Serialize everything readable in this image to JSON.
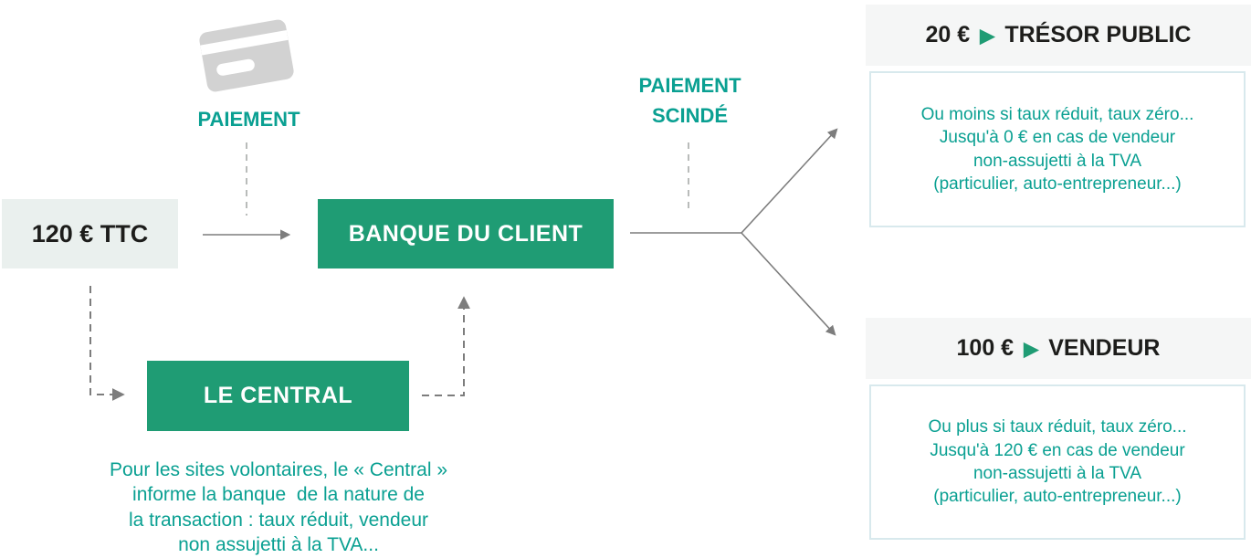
{
  "colors": {
    "green": "#1f9c74",
    "teal_text": "#0aa092",
    "dark_text": "#1d1d1b",
    "amount_box_bg": "#eaf0ee",
    "panel_header_bg": "#f5f6f6",
    "panel_border": "#d8e9ed",
    "card_icon_gray": "#d2d2d2",
    "arrow_gray": "#7d7d7d"
  },
  "icons": {
    "flow_arrow": "▶"
  },
  "diagram": {
    "payment_label": "PAIEMENT",
    "amount_box": "120 € TTC",
    "bank_box": "BANQUE DU CLIENT",
    "split_label_line1": "PAIEMENT",
    "split_label_line2": "SCINDÉ",
    "central_box": "LE CENTRAL",
    "footnote_lines": [
      "Pour les sites volontaires, le « Central »",
      "informe la banque  de la nature de",
      "la transaction : taux réduit, vendeur",
      "non assujetti à la TVA..."
    ]
  },
  "panels": {
    "treasury": {
      "amount": "20 €",
      "title": "TRÉSOR PUBLIC",
      "lines": [
        "Ou moins si taux réduit, taux zéro...",
        "Jusqu'à 0 € en cas de vendeur",
        "non-assujetti à la TVA",
        "(particulier, auto-entrepreneur...)"
      ]
    },
    "vendor": {
      "amount": "100 €",
      "title": "VENDEUR",
      "lines": [
        "Ou plus si taux réduit, taux zéro...",
        "Jusqu'à 120 € en cas de vendeur",
        "non-assujetti à la TVA",
        "(particulier, auto-entrepreneur...)"
      ]
    }
  }
}
